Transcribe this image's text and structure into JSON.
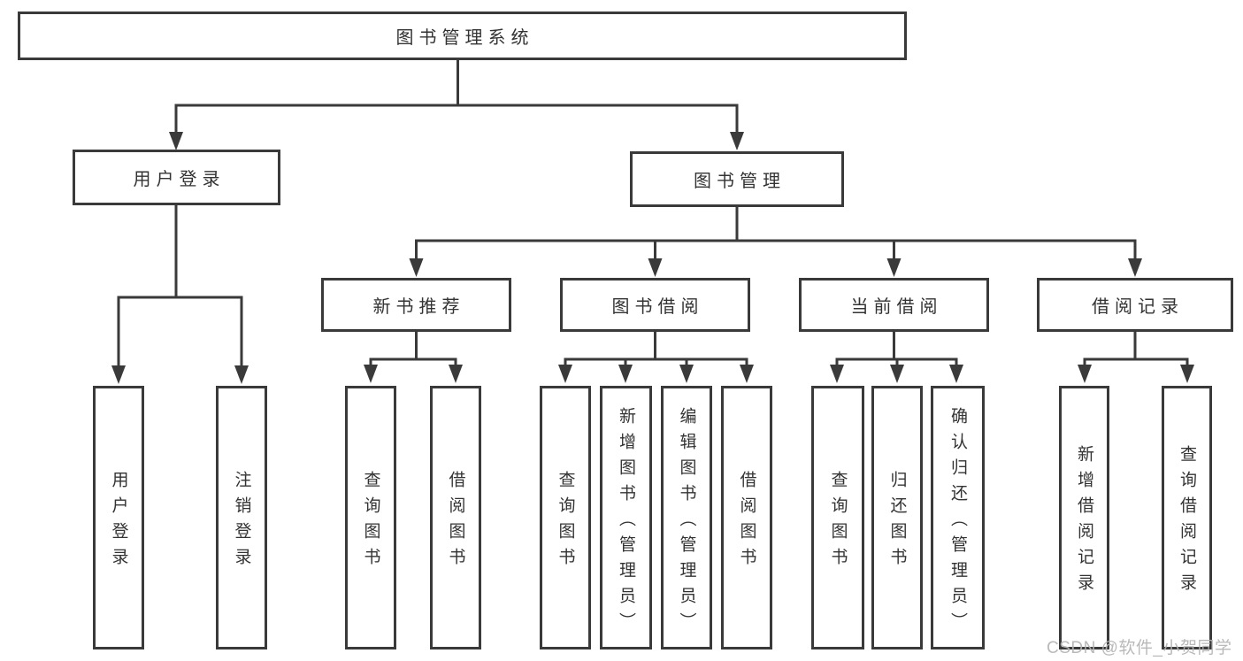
{
  "colors": {
    "line": "#3a3a3a",
    "text": "#333333",
    "background": "#ffffff",
    "watermark": "#b4b4b4"
  },
  "watermark": {
    "text": "CSDN @软件_小贺同学"
  },
  "tree": {
    "root": {
      "label": "图书管理系统",
      "children": [
        {
          "label": "用户登录",
          "children": [
            {
              "label": "用户登录"
            },
            {
              "label": "注销登录"
            }
          ]
        },
        {
          "label": "图书管理",
          "children": [
            {
              "label": "新书推荐",
              "children": [
                {
                  "label": "查询图书"
                },
                {
                  "label": "借阅图书"
                }
              ]
            },
            {
              "label": "图书借阅",
              "children": [
                {
                  "label": "查询图书"
                },
                {
                  "label": "新增图书（管理员）"
                },
                {
                  "label": "编辑图书（管理员）"
                },
                {
                  "label": "借阅图书"
                }
              ]
            },
            {
              "label": "当前借阅",
              "children": [
                {
                  "label": "查询图书"
                },
                {
                  "label": "归还图书"
                },
                {
                  "label": "确认归还（管理员）"
                }
              ]
            },
            {
              "label": "借阅记录",
              "children": [
                {
                  "label": "新增借阅记录"
                },
                {
                  "label": "查询借阅记录"
                }
              ]
            }
          ]
        }
      ]
    }
  }
}
